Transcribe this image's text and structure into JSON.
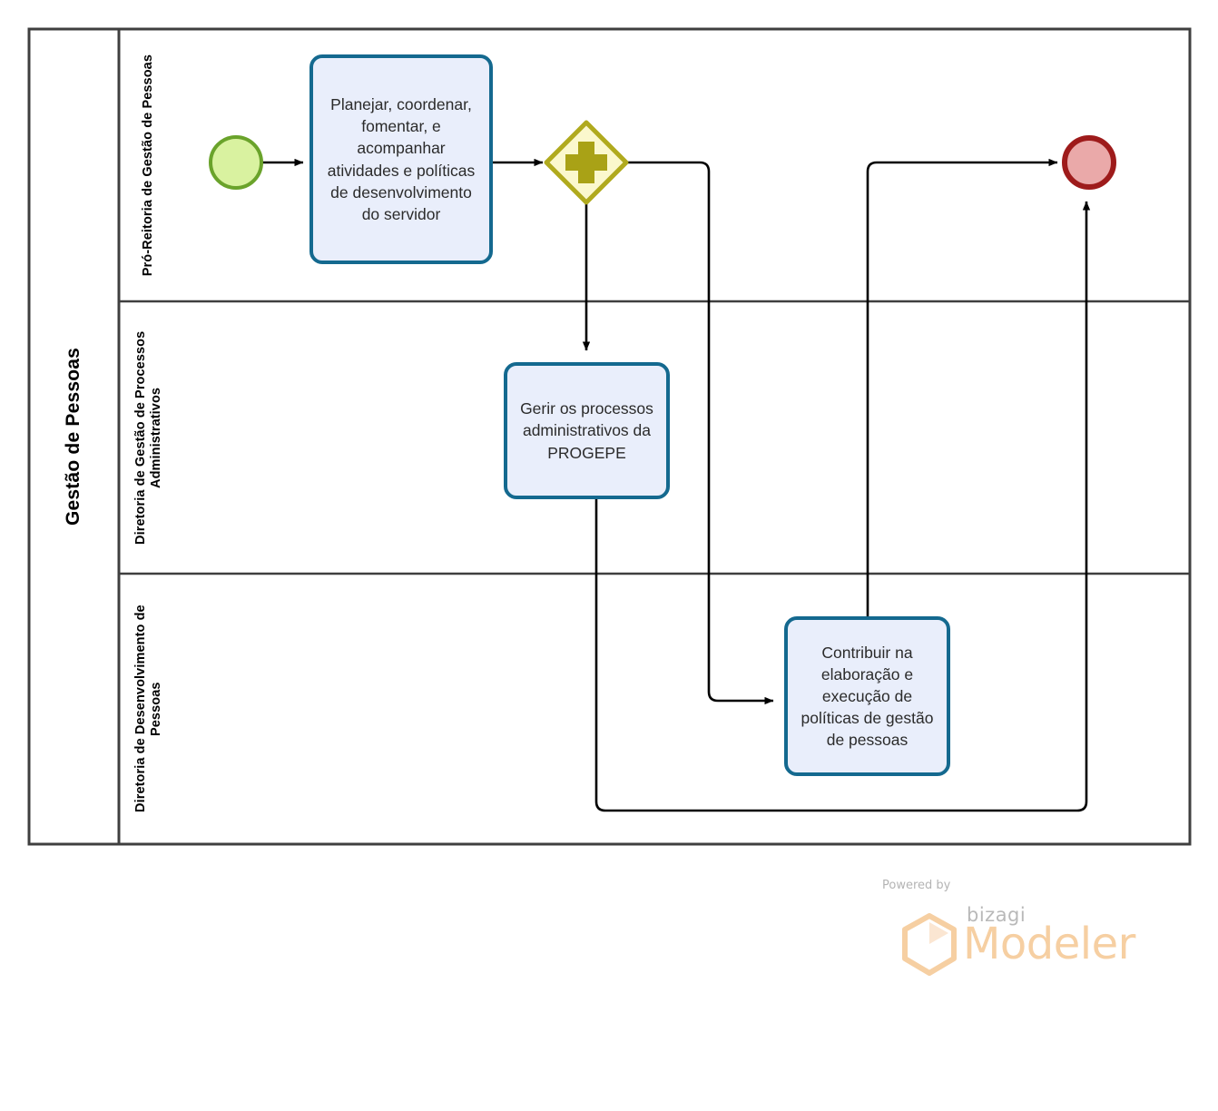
{
  "pool": {
    "title": "Gestão de Pessoas",
    "lanes": [
      {
        "id": "lane-pro-reitoria",
        "label": "Pró-Reitoria de Gestão de Pessoas"
      },
      {
        "id": "lane-diretoria-processos",
        "label": "Diretoria de Gestão de Processos Administrativos"
      },
      {
        "id": "lane-diretoria-desenvolvimento",
        "label": "Diretoria de Desenvolvimento de Pessoas"
      }
    ]
  },
  "nodes": {
    "start_event": {
      "type": "start-event",
      "label": ""
    },
    "task1": {
      "type": "task",
      "label": "Planejar, coordenar, fomentar, e acompanhar atividades e políticas de desenvolvimento do servidor"
    },
    "gateway": {
      "type": "parallel-gateway",
      "label": ""
    },
    "task2": {
      "type": "task",
      "label": "Gerir os processos administrativos da PROGEPE"
    },
    "task3": {
      "type": "task",
      "label": "Contribuir na elaboração e execução de políticas de gestão de pessoas"
    },
    "end_event": {
      "type": "end-event",
      "label": ""
    }
  },
  "colors": {
    "start_fill": "#d9f2a0",
    "start_stroke": "#6aa32b",
    "end_fill": "#eaa9a9",
    "end_stroke": "#9e1b1b",
    "gateway_fill": "#fbf8cd",
    "gateway_stroke": "#b0aa1e",
    "gateway_symbol": "#a9a216",
    "task_fill": "#e9eefb",
    "task_stroke": "#14698f",
    "pool_stroke": "#3f3f3f",
    "flow_stroke": "#000000",
    "watermark_orange": "#f6cfa2"
  },
  "watermark": {
    "powered_by": "Powered by",
    "brand": "bizagi",
    "product": "Modeler"
  }
}
